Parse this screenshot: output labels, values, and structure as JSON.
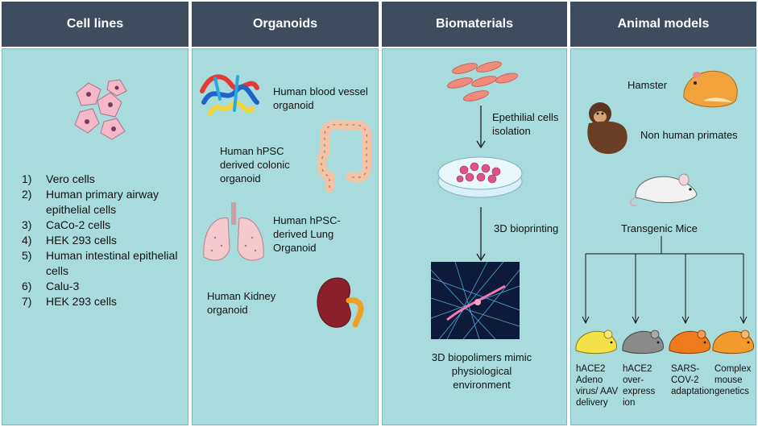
{
  "columns": {
    "cell_lines": {
      "title": "Cell lines",
      "items": [
        {
          "num": "1)",
          "text": "Vero cells"
        },
        {
          "num": "2)",
          "text": "Human primary airway epithelial cells"
        },
        {
          "num": "3)",
          "text": "CaCo-2 cells"
        },
        {
          "num": "4)",
          "text": "HEK 293 cells"
        },
        {
          "num": "5)",
          "text": "Human intestinal epithelial cells"
        },
        {
          "num": "6)",
          "text": "Calu-3"
        },
        {
          "num": "7)",
          "text": "HEK 293 cells"
        }
      ]
    },
    "organoids": {
      "title": "Organoids",
      "blood_vessel": "Human blood vessel organoid",
      "colonic": "Human hPSC derived colonic organoid",
      "lung": "Human hPSC-derived Lung Organoid",
      "kidney": "Human Kidney organoid"
    },
    "biomaterials": {
      "title": "Biomaterials",
      "step1": "Epethilial cells isolation",
      "step2": "3D bioprinting",
      "result": "3D biopolimers mimic physiological environment"
    },
    "animal_models": {
      "title": "Animal models",
      "hamster": "Hamster",
      "primates": "Non human primates",
      "mice": "Transgenic Mice",
      "branches": [
        {
          "label": "hACE2 Adeno virus/ AAV delivery",
          "color": "#f5e04a"
        },
        {
          "label": "hACE2 over-express ion",
          "color": "#8a8a8a"
        },
        {
          "label": "SARS-COV-2 adaptation",
          "color": "#f07a1e"
        },
        {
          "label": "Complex mouse genetics",
          "color": "#f39a2e"
        }
      ]
    }
  },
  "colors": {
    "header": "#3f4c5e",
    "panel": "#a8dcdc"
  }
}
